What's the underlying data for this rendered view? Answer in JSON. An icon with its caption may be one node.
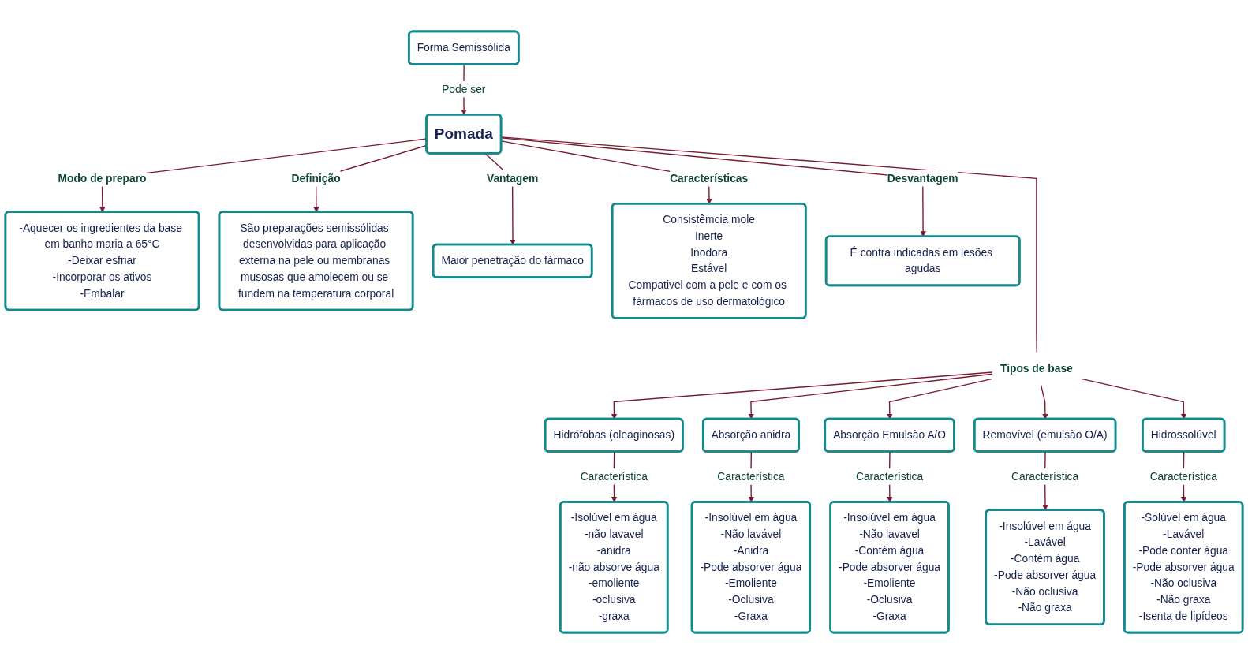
{
  "diagram": {
    "nodes": [
      {
        "text": [
          "Forma Semissólida"
        ]
      },
      {
        "text": [
          "-Aquecer os ingredientes da base em banho maria a 65°C",
          "-Deixar esfriar",
          "-Incorporar os ativos",
          "-Embalar"
        ]
      },
      {
        "text": [
          "São preparações semissólidas desenvolvidas para aplicação externa na pele ou membranas musosas que amolecem ou se fundem na temperatura corporal"
        ]
      },
      {
        "text": [
          "Pomada"
        ]
      },
      {
        "text": [
          "Maior penetração do fármaco"
        ]
      },
      {
        "text": [
          "Consistêmcia mole",
          "Inerte",
          "Inodora",
          "Estável",
          "Compativel com a pele e com os fármacos de uso dermatológico"
        ]
      },
      {
        "text": [
          "Tipos de base"
        ]
      },
      {
        "text": [
          "Hidrófobas (oleaginosas)"
        ]
      },
      {
        "text": [
          "É contra indicadas em lesões agudas"
        ]
      },
      {
        "text": [
          "Hidrossolúvel"
        ]
      },
      {
        "text": [
          "Absorção anidra"
        ]
      },
      {
        "text": [
          "Absorção Emulsão A/O"
        ]
      },
      {
        "text": [
          "Removível (emulsão O/A)"
        ]
      },
      {
        "text": [
          "-Isolúvel em água",
          "-não lavavel",
          "-anidra",
          "-não absorve água",
          "-emoliente",
          "-oclusiva",
          "-graxa"
        ]
      },
      {
        "text": [
          "-Solúvel em água",
          "-Lavável",
          "-Pode conter água",
          "-Pode absorver água",
          "-Não oclusiva",
          "-Não graxa",
          "-Isenta de lipídeos"
        ]
      },
      {
        "text": [
          "-Insolúvel em água",
          "-Não lavável",
          "-Anidra",
          "-Pode absorver água",
          "-Emoliente",
          "-Oclusiva",
          "-Graxa"
        ]
      },
      {
        "text": [
          "-Insolúvel em água",
          "-Não lavavel",
          "-Contém água",
          "-Pode absorver água",
          "-Emoliente",
          "-Oclusiva",
          "-Graxa"
        ]
      },
      {
        "text": [
          "-Insolúvel em água",
          "-Lavável",
          "-Contém água",
          "-Pode absorver água",
          "-Não oclusiva",
          "-Não graxa"
        ]
      }
    ],
    "edges": [
      {
        "from": 0,
        "to": 3,
        "arrow": "to",
        "label": "Pode ser"
      },
      {
        "from": 3,
        "to": 2,
        "arrow": "to",
        "label": "Definição"
      },
      {
        "from": 3,
        "to": 1,
        "arrow": "to",
        "label": "Modo de preparo"
      },
      {
        "from": 3,
        "to": 4,
        "arrow": "to",
        "label": "Vantagem"
      },
      {
        "from": 3,
        "to": 5,
        "arrow": "to",
        "label": "Características"
      },
      {
        "from": 3,
        "to": 8,
        "arrow": "to",
        "label": "Desvantagem"
      },
      {
        "from": 3,
        "to": 6,
        "arrow": "none"
      },
      {
        "from": 6,
        "to": 7,
        "arrow": "to"
      },
      {
        "from": 6,
        "to": 10,
        "arrow": "to"
      },
      {
        "from": 6,
        "to": 11,
        "arrow": "to"
      },
      {
        "from": 6,
        "to": 12,
        "arrow": "to"
      },
      {
        "from": 6,
        "to": 9,
        "arrow": "to"
      },
      {
        "from": 7,
        "to": 13,
        "arrow": "to",
        "label": "Característica"
      },
      {
        "from": 10,
        "to": 15,
        "arrow": "to",
        "label": "Característica"
      },
      {
        "from": 11,
        "to": 16,
        "arrow": "to",
        "label": "Característica"
      },
      {
        "from": 12,
        "to": 17,
        "arrow": "to",
        "label": "Característica"
      },
      {
        "from": 9,
        "to": 14,
        "arrow": "to",
        "label": "Característica"
      }
    ]
  }
}
